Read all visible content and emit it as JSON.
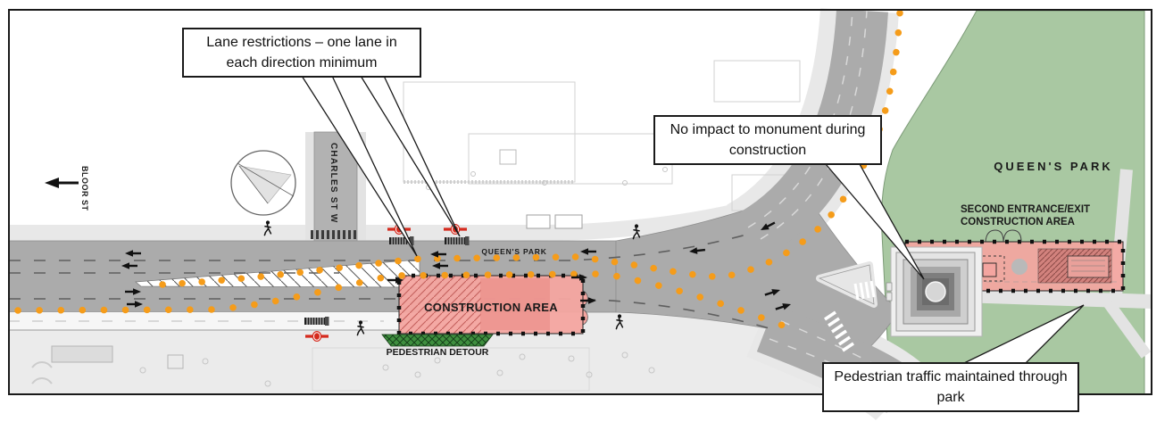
{
  "callouts": {
    "lane_restrictions": "Lane restrictions – one lane in each direction minimum",
    "monument": "No impact to monument during construction",
    "pedestrian": "Pedestrian traffic maintained through park"
  },
  "street_labels": {
    "bloor": "BLOOR ST",
    "charles": "CHARLES ST W",
    "queens_park_street": "QUEEN'S PARK"
  },
  "area_labels": {
    "construction_area": "CONSTRUCTION AREA",
    "pedestrian_detour": "PEDESTRIAN DETOUR",
    "park": "QUEEN'S PARK",
    "second_entrance_line1": "SECOND ENTRANCE/EXIT",
    "second_entrance_line2": "CONSTRUCTION AREA"
  },
  "icons": {
    "transit_station": "ttc-logo",
    "pedestrian": "walking-person-icon",
    "construction_barrier": "orange-barrel-dot",
    "traffic_direction": "lane-arrow"
  },
  "colors": {
    "park_green": "#a9c8a2",
    "construction_pink": "#f4a5a0",
    "barrel_orange": "#f59c1a",
    "ttc_red": "#d52b1e",
    "detour_green": "#3f8f3f",
    "road_gray": "#ababab"
  }
}
